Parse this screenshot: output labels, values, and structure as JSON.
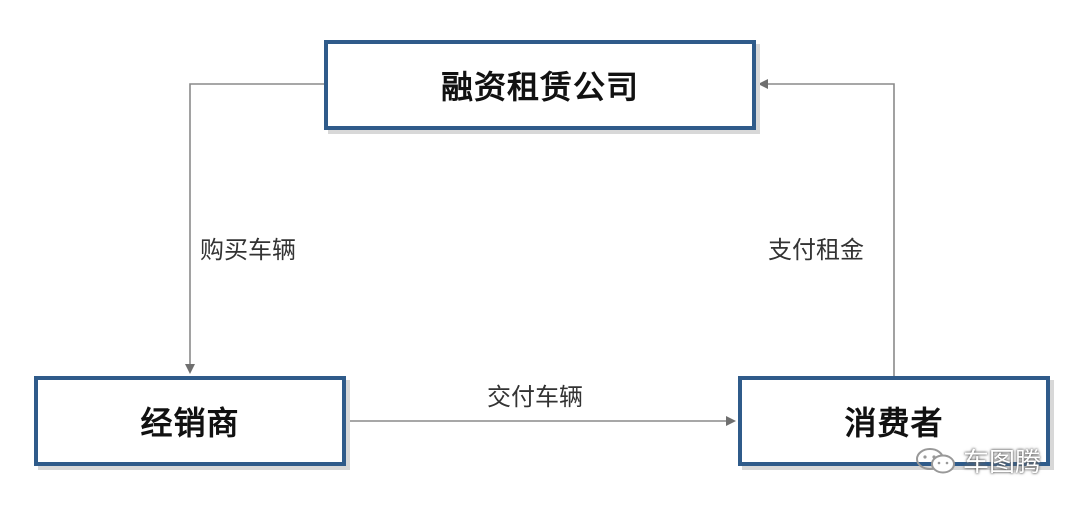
{
  "nodes": {
    "company": "融资租赁公司",
    "dealer": "经销商",
    "consumer": "消费者"
  },
  "edges": {
    "buy_vehicle": "购买车辆",
    "pay_rent": "支付租金",
    "deliver_vehicle": "交付车辆"
  },
  "watermark": {
    "text": "车图腾",
    "icon": "wechat-icon"
  },
  "colors": {
    "box_border": "#2f5b8a",
    "arrow": "#7a7a7a"
  }
}
